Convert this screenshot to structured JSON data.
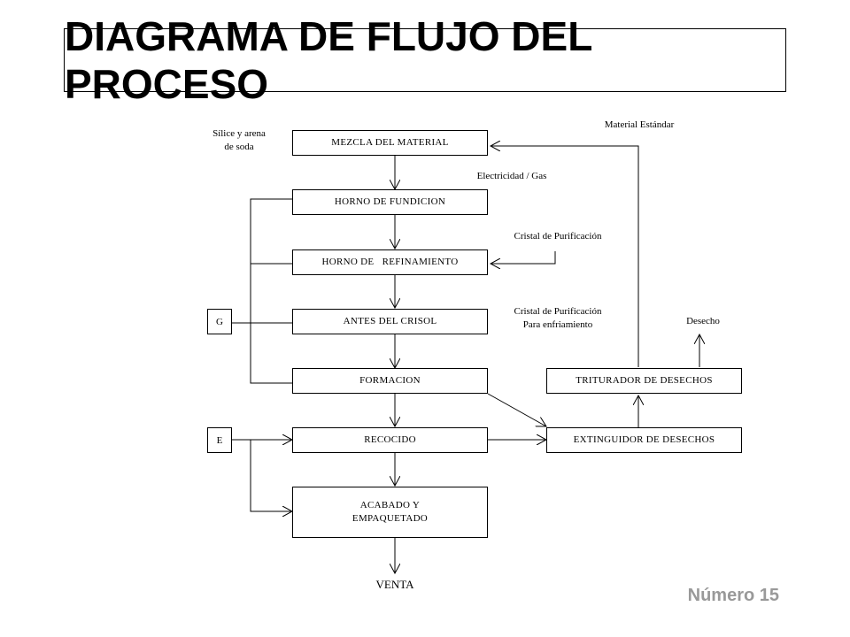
{
  "title": "DIAGRAMA DE FLUJO DEL PROCESO",
  "nodes": {
    "mezcla": "MEZCLA DEL MATERIAL",
    "horno_fundicion": "HORNO DE FUNDICION",
    "horno_refinamiento": "HORNO DE   REFINAMIENTO",
    "antes_crisol": "ANTES DEL CRISOL",
    "formacion": "FORMACION",
    "recocido": "RECOCIDO",
    "acabado_line1": "ACABADO Y",
    "acabado_line2": "EMPAQUETADO",
    "triturador": "TRITURADOR DE DESECHOS",
    "extinguidor": "EXTINGUIDOR DE DESECHOS"
  },
  "side_nodes": {
    "g": "G",
    "e": "E"
  },
  "labels": {
    "silice_line1": "Sílice y arena",
    "silice_line2": "de soda",
    "material_estandar": "Material Estándar",
    "electricidad": "Electricidad / Gas",
    "cristal_purificacion": "Cristal de Purificación",
    "cristal_enfriamiento_line1": "Cristal de Purificación",
    "cristal_enfriamiento_line2": "Para enfriamiento",
    "desecho": "Desecho",
    "venta": "VENTA"
  },
  "footer": "Número 15"
}
